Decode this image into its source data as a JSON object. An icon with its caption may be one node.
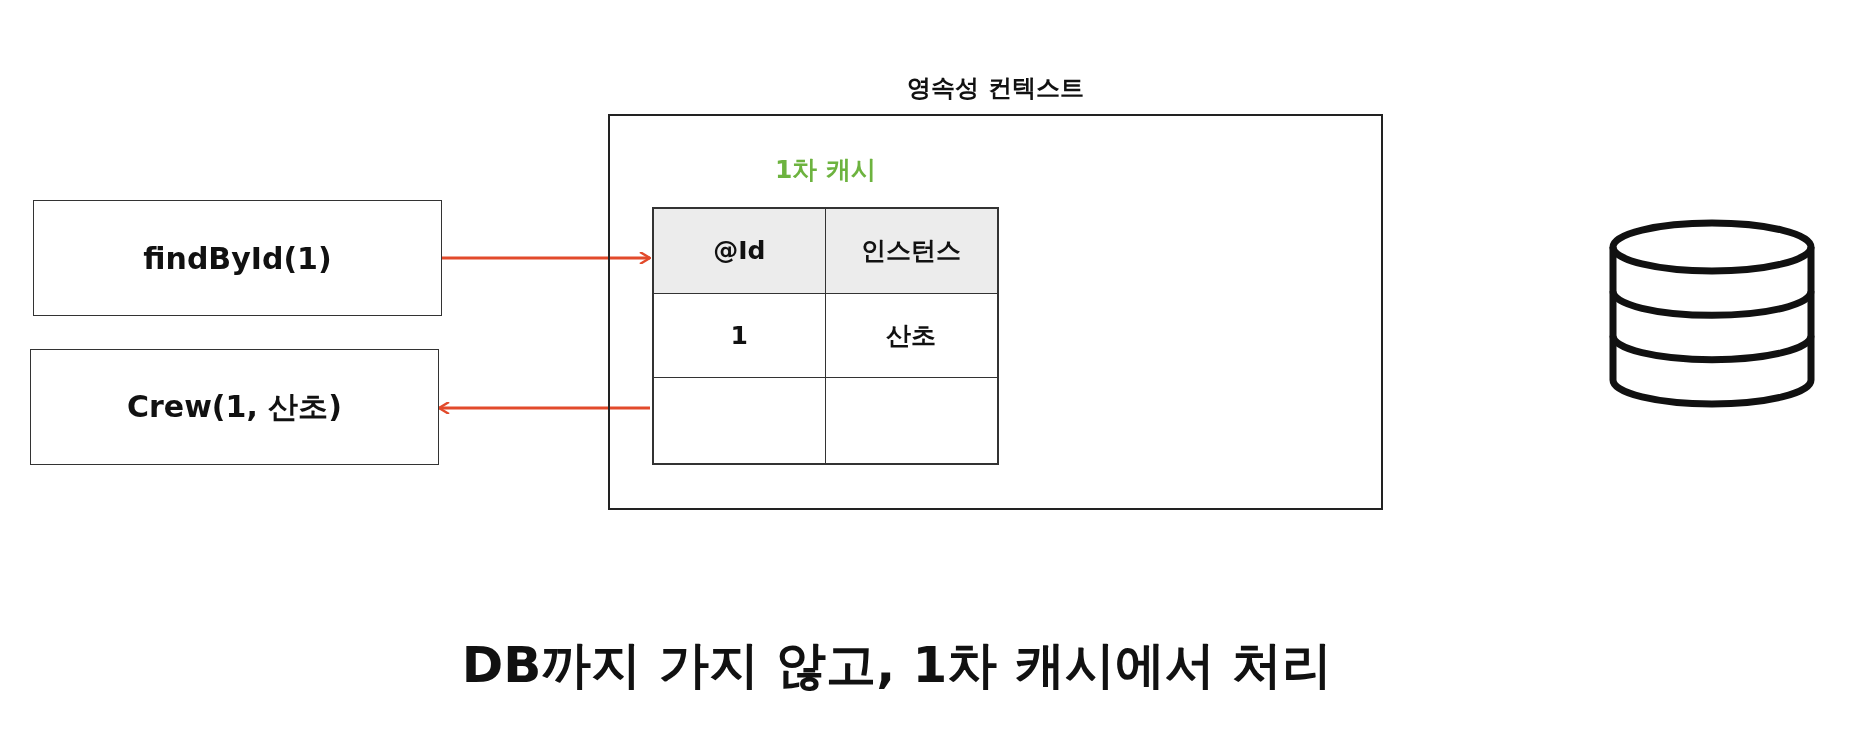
{
  "diagram": {
    "caption": "DB까지 가지 않고, 1차 캐시에서 처리",
    "nodes": [
      {
        "text": [
          "영속성 컨텍스트"
        ]
      },
      {
        "text": [
          "1차 캐시"
        ],
        "in": 0
      },
      {
        "text": [
          "findById(1)"
        ]
      },
      {
        "text": [
          "Crew(1, 산초)"
        ]
      },
      {
        "text": [],
        "shape": "cylinder"
      }
    ],
    "edges": [
      {
        "from": 2,
        "to": 1,
        "arrow": "to"
      },
      {
        "from": 1,
        "to": 3,
        "arrow": "to"
      }
    ],
    "labels": [
      "@Id",
      "인스턴스",
      "1",
      "산초"
    ]
  }
}
